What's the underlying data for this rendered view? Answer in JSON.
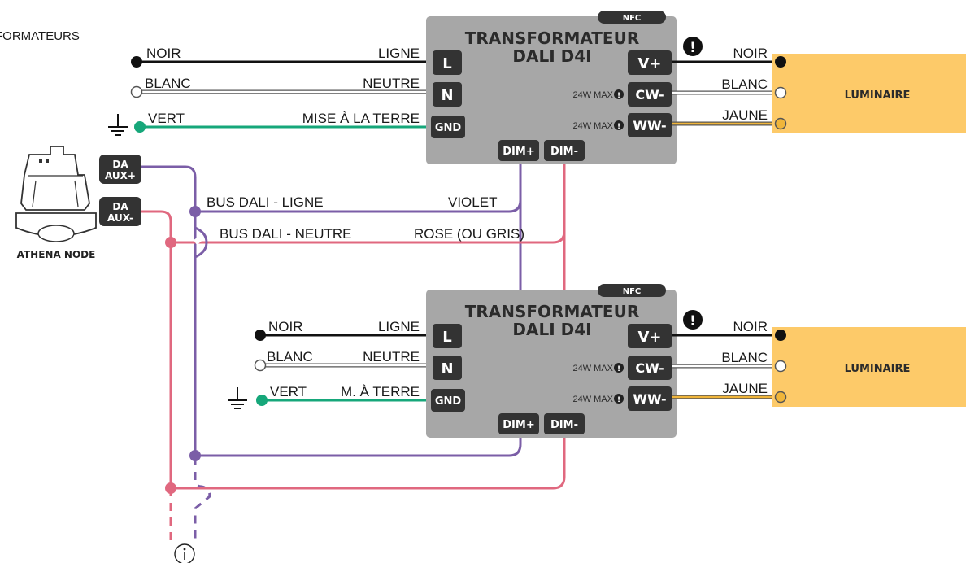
{
  "header": {
    "title": "FORMATEURS"
  },
  "transformer": {
    "name_line1": "TRANSFORMATEUR",
    "name_line2": "DALI D4I",
    "nfc": "NFC",
    "terminals": {
      "l": "L",
      "n": "N",
      "gnd": "GND",
      "vplus": "V+",
      "cw": "CW-",
      "ww": "WW-",
      "dimplus": "DIM+",
      "dimminus": "DIM-"
    },
    "max_label": "24W MAX"
  },
  "wires": {
    "noir": "NOIR",
    "blanc": "BLANC",
    "vert": "VERT",
    "jaune": "JAUNE",
    "ligne": "LIGNE",
    "neutre": "NEUTRE",
    "mise_terre": "MISE À LA TERRE",
    "m_terre": "M. À TERRE"
  },
  "bus": {
    "ligne": "BUS DALI - LIGNE",
    "neutre": "BUS DALI - NEUTRE",
    "violet": "VIOLET",
    "rose": "ROSE (OU GRIS)"
  },
  "sensor": {
    "name": "ATHENA NODE",
    "aux_plus_1": "DA",
    "aux_plus_2": "AUX+",
    "aux_minus_1": "DA",
    "aux_minus_2": "AUX-"
  },
  "luminaire": "LUMINAIRE",
  "info_icon": "info-icon",
  "colors": {
    "purple": "#7b5ea7",
    "pink": "#e0687f",
    "green": "#16a77a",
    "yellow": "#f0b53a",
    "lum_fill": "#fdca69",
    "box": "#a7a7a7",
    "term": "#333333"
  }
}
